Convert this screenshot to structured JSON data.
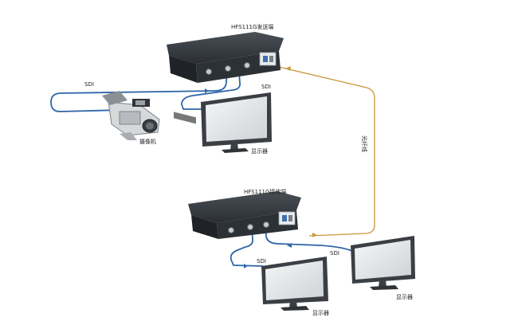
{
  "colors": {
    "sdi_cable": "#2f66a8",
    "fiber_cable": "#c9973d",
    "device_body": "#2e3338",
    "monitor_frame": "#3b3f44"
  },
  "devices": {
    "transmitter_label": "HFS111G发送端",
    "receiver_label": "HFS111G接收端"
  },
  "equipment": {
    "camera_label": "摄像机",
    "monitor_top_label": "显示器",
    "monitor_bottom_left_label": "显示器",
    "monitor_bottom_right_label": "显示器"
  },
  "cables": {
    "sdi_camera_label": "SDI",
    "sdi_monitor_top_label": "SDI",
    "sdi_bottom_left_label": "SDI",
    "sdi_bottom_right_label": "SDI",
    "fiber_label": "光纤线"
  },
  "icons": {
    "camera": "video-camera-icon",
    "monitor": "monitor-icon",
    "device": "fiber-converter-icon"
  }
}
